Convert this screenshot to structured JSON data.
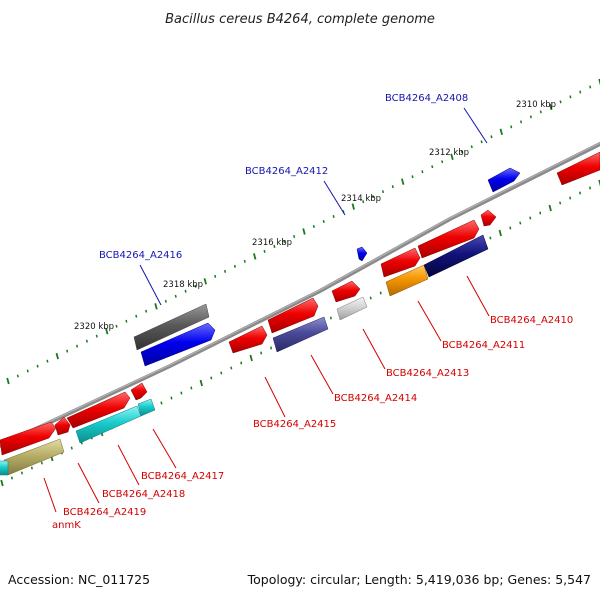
{
  "title": "Bacillus cereus B4264, complete genome",
  "footer": {
    "accession": "Accession: NC_011725",
    "summary": "Topology: circular; Length: 5,419,036 bp; Genes: 5,547"
  },
  "colors": {
    "forward_label": "#1515b0",
    "reverse_label": "#d40000",
    "backbone": "#8a8a8a",
    "tick": "#1a7a1a"
  },
  "ticks": [
    {
      "label": "2310 kbp",
      "kbp": 2310
    },
    {
      "label": "2312 kbp",
      "kbp": 2312
    },
    {
      "label": "2314 kbp",
      "kbp": 2314
    },
    {
      "label": "2316 kbp",
      "kbp": 2316
    },
    {
      "label": "2318 kbp",
      "kbp": 2318
    },
    {
      "label": "2320 kbp",
      "kbp": 2320
    }
  ],
  "gene_labels": [
    {
      "name": "BCB4264_A2408",
      "strand": "forward"
    },
    {
      "name": "BCB4264_A2412",
      "strand": "forward"
    },
    {
      "name": "BCB4264_A2416",
      "strand": "forward"
    },
    {
      "name": "BCB4264_A2410",
      "strand": "reverse"
    },
    {
      "name": "BCB4264_A2411",
      "strand": "reverse"
    },
    {
      "name": "BCB4264_A2413",
      "strand": "reverse"
    },
    {
      "name": "BCB4264_A2414",
      "strand": "reverse"
    },
    {
      "name": "BCB4264_A2415",
      "strand": "reverse"
    },
    {
      "name": "BCB4264_A2417",
      "strand": "reverse"
    },
    {
      "name": "BCB4264_A2418",
      "strand": "reverse"
    },
    {
      "name": "BCB4264_A2419",
      "strand": "reverse"
    },
    {
      "name": "anmK",
      "strand": "reverse"
    }
  ]
}
